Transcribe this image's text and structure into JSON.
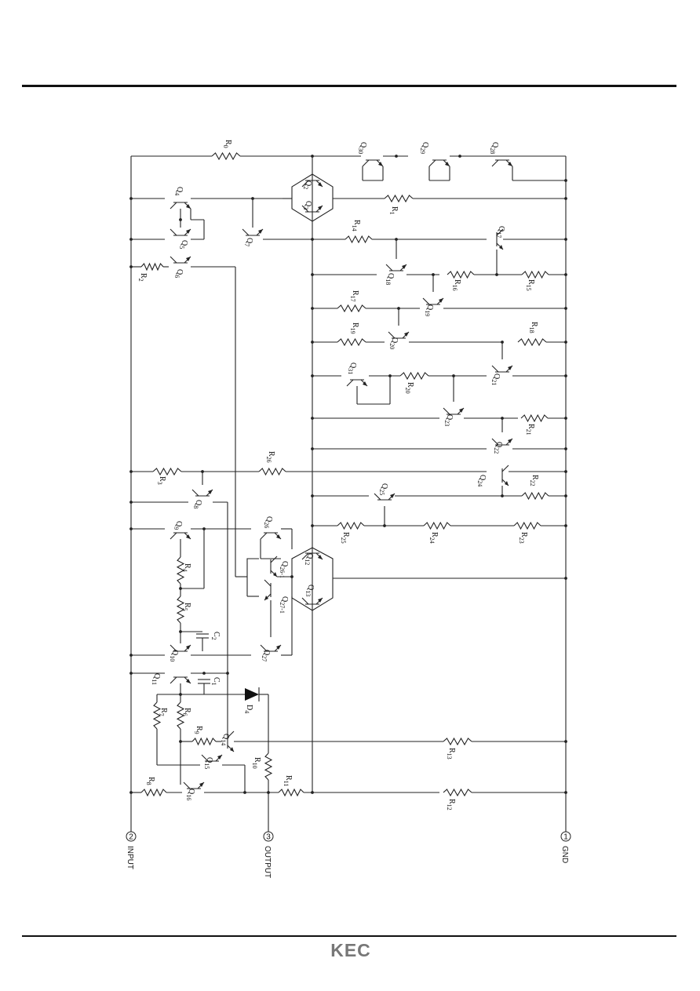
{
  "logo": {
    "text": "KEC"
  },
  "pins": {
    "input": {
      "number": "2",
      "label": "INPUT"
    },
    "output": {
      "number": "3",
      "label": "OUTPUT"
    },
    "gnd": {
      "number": "1",
      "label": "GND"
    }
  },
  "resistors": [
    "R0",
    "R1",
    "R2",
    "R3",
    "R4",
    "R5",
    "R6",
    "R7",
    "R8",
    "R9",
    "R10",
    "R11",
    "R12",
    "R13",
    "R14",
    "R15",
    "R16",
    "R17",
    "R18",
    "R19",
    "R20",
    "R21",
    "R22",
    "R23",
    "R24",
    "R25",
    "R26"
  ],
  "transistors": [
    "Q1",
    "Q2",
    "Q3",
    "Q4",
    "Q5",
    "Q6",
    "Q7",
    "Q8",
    "Q9",
    "Q10",
    "Q11",
    "Q12",
    "Q13",
    "Q14",
    "Q15",
    "Q16",
    "Q17",
    "Q18",
    "Q19",
    "Q20",
    "Q21",
    "Q22",
    "Q23",
    "Q24",
    "Q25",
    "Q26",
    "Q26-1",
    "Q27",
    "Q27-1",
    "Q28",
    "Q29",
    "Q30",
    "Q31"
  ],
  "capacitors": [
    "C1",
    "C2"
  ],
  "diodes": [
    "D4"
  ]
}
